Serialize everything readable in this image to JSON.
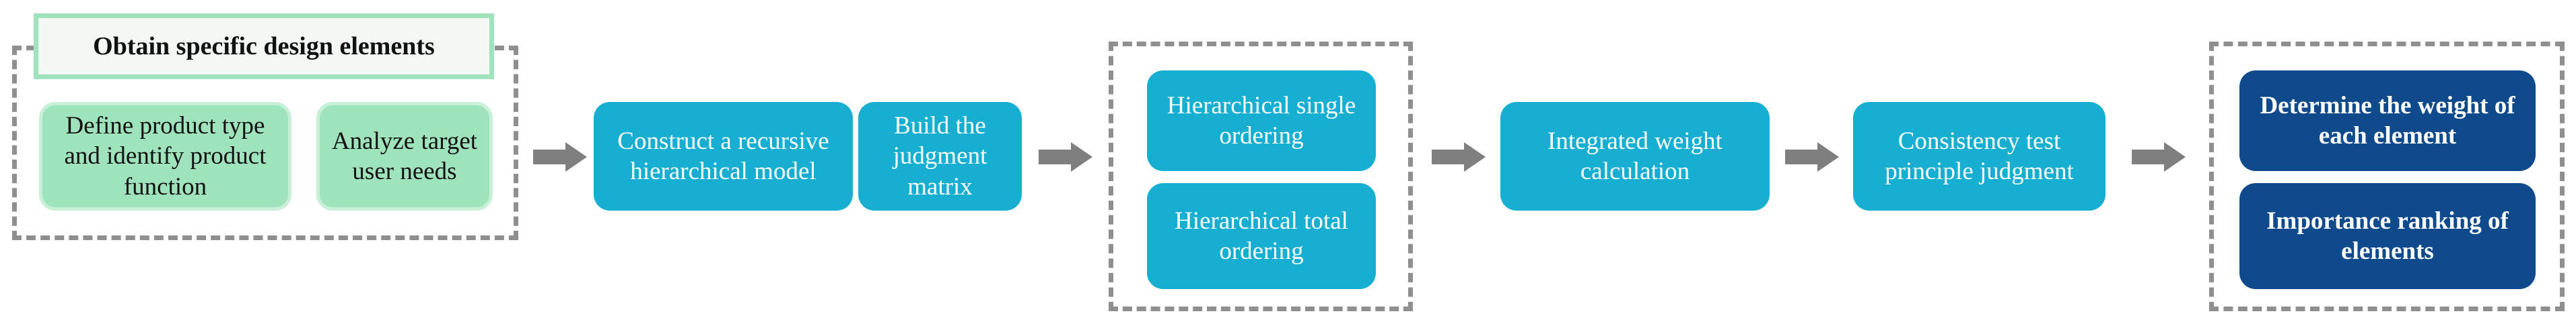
{
  "title": "Obtain specific design elements",
  "colors": {
    "green": "#9fe3bd",
    "teal": "#16aed1",
    "navy": "#0f4a8c",
    "arrow": "#7f7f7f",
    "dash": "#8f8f8f"
  },
  "steps": {
    "define_product": "Define  product type and identify product function",
    "analyze_needs": "Analyze target user needs",
    "construct_model": "Construct a recursive hierarchical model",
    "build_matrix": "Build the judgment matrix",
    "single_ordering": "Hierarchical single ordering",
    "total_ordering": "Hierarchical total ordering",
    "integrated_weight": "Integrated weight calculation",
    "consistency_test": "Consistency test principle judgment",
    "determine_weight": "Determine the weight of each element",
    "importance_ranking": "Importance ranking of elements"
  }
}
